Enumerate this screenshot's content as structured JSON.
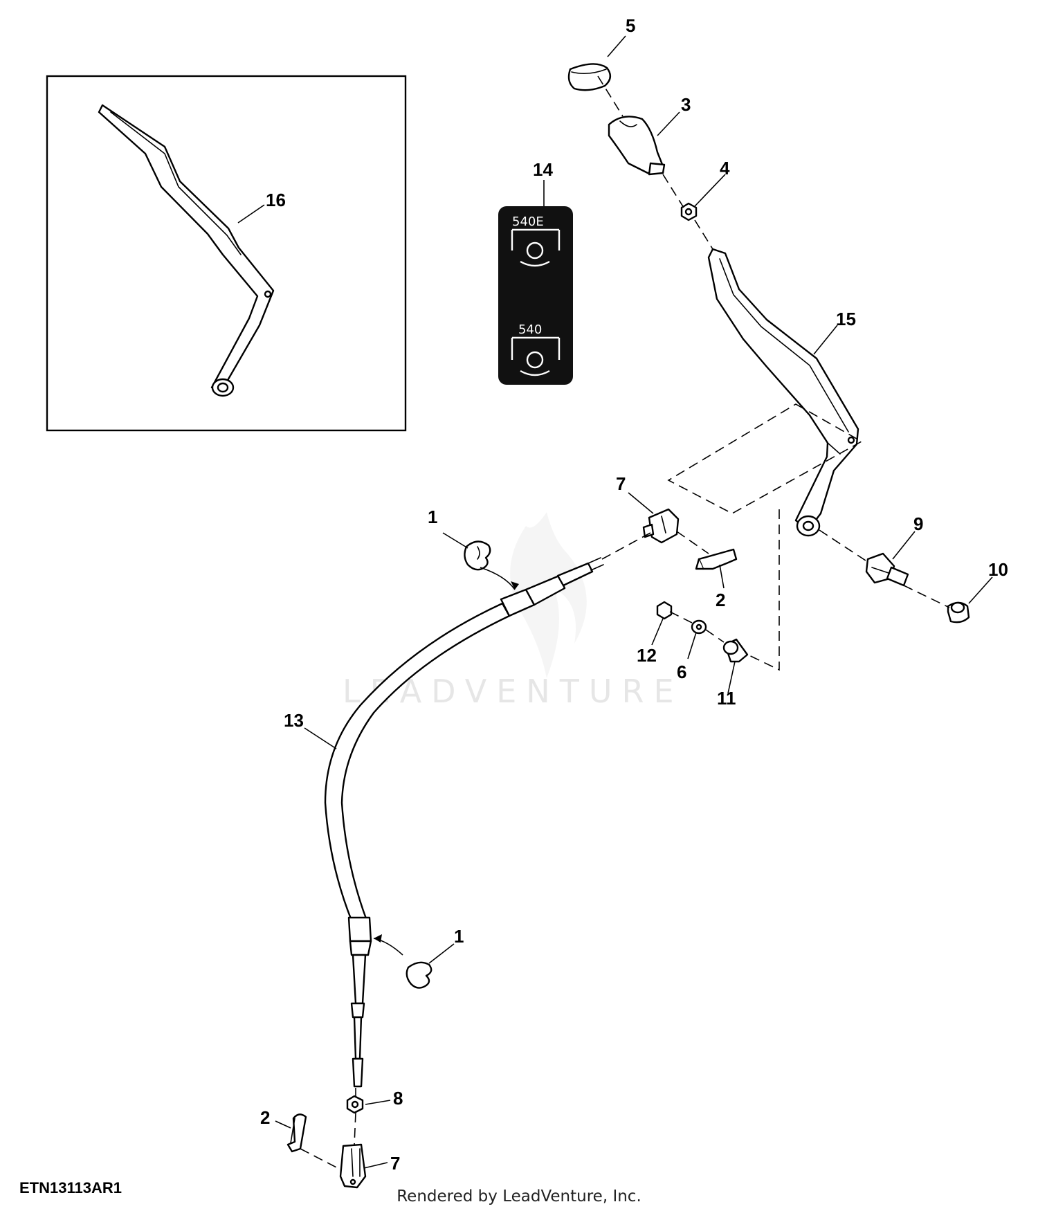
{
  "figure_id": "ETN13113AR1",
  "footer": "Rendered by LeadVenture, Inc.",
  "watermark": "LEADVENTURE",
  "decal": {
    "top_label": "540E",
    "bottom_label": "540"
  },
  "callouts": {
    "c1a": "1",
    "c1b": "1",
    "c2a": "2",
    "c2b": "2",
    "c3": "3",
    "c4": "4",
    "c5": "5",
    "c6": "6",
    "c7a": "7",
    "c7b": "7",
    "c8": "8",
    "c9": "9",
    "c10": "10",
    "c11": "11",
    "c12": "12",
    "c13": "13",
    "c14": "14",
    "c15": "15",
    "c16": "16"
  }
}
